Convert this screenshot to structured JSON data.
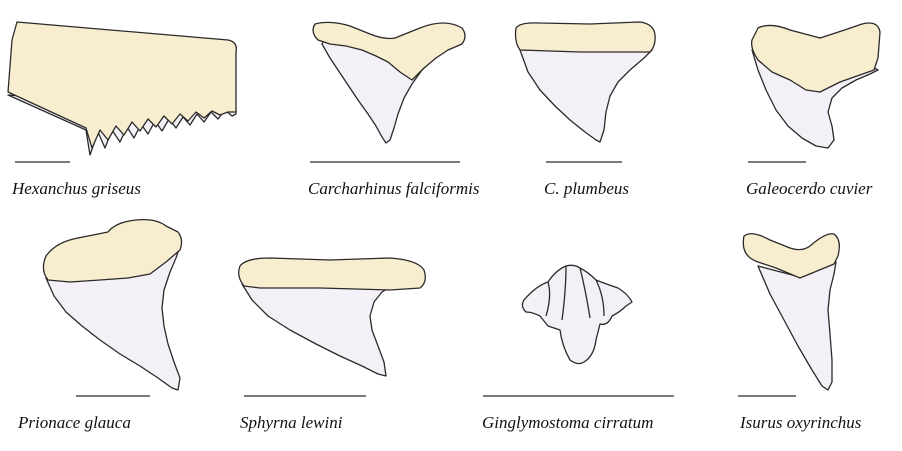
{
  "specimens": [
    {
      "id": "hexanchus",
      "label": "Hexanchus griseus"
    },
    {
      "id": "carcharhinus-falciformis",
      "label": "Carcharhinus falciformis"
    },
    {
      "id": "c-plumbeus",
      "label": "C. plumbeus"
    },
    {
      "id": "galeocerdo",
      "label": "Galeocerdo cuvier"
    },
    {
      "id": "prionace",
      "label": "Prionace glauca"
    },
    {
      "id": "sphyrna",
      "label": "Sphyrna lewini"
    },
    {
      "id": "ginglymostoma",
      "label": "Ginglymostoma cirratum"
    },
    {
      "id": "isurus",
      "label": "Isurus oxyrinchus"
    }
  ],
  "colors": {
    "root": "#f8edcf",
    "crown": "#f3f1f7",
    "outline": "#2a2a2a"
  }
}
